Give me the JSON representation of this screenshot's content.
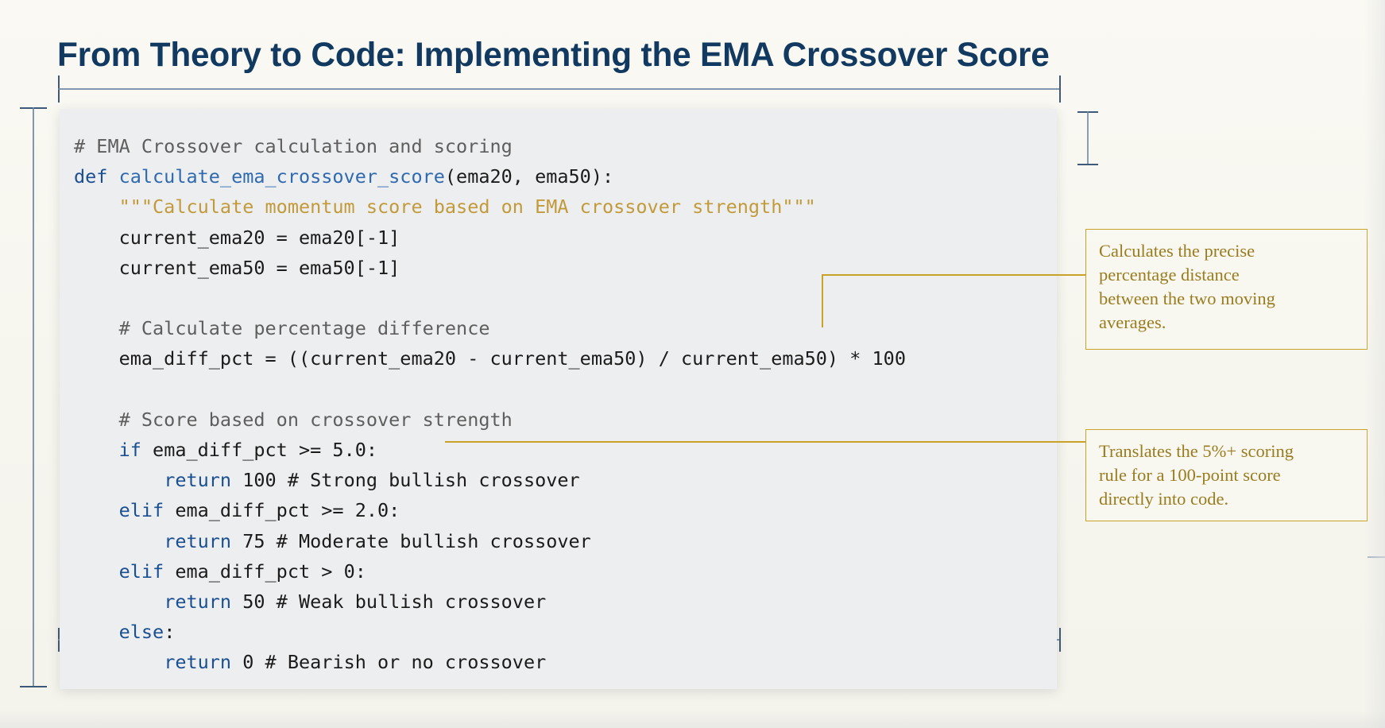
{
  "slide": {
    "title": "From Theory to Code: Implementing the EMA Crossover Score",
    "background_color": "#f7f6ef",
    "title_color": "#12395f",
    "accent_gold": "#c9a227",
    "accent_navy": "#3f5a79"
  },
  "code_panel": {
    "language": "python",
    "background_color": "#edeef0",
    "lines": [
      {
        "indent": 0,
        "tokens": [
          {
            "t": "# EMA Crossover calculation and scoring",
            "c": "comment"
          }
        ]
      },
      {
        "indent": 0,
        "tokens": [
          {
            "t": "def ",
            "c": "kw"
          },
          {
            "t": "calculate_ema_crossover_score",
            "c": "fn"
          },
          {
            "t": "(ema20, ema50):",
            "c": "plain"
          }
        ]
      },
      {
        "indent": 1,
        "tokens": [
          {
            "t": "\"\"\"Calculate momentum score based on EMA crossover strength\"\"\"",
            "c": "doc"
          }
        ]
      },
      {
        "indent": 1,
        "tokens": [
          {
            "t": "current_ema20 = ema20[-1]",
            "c": "plain"
          }
        ]
      },
      {
        "indent": 1,
        "tokens": [
          {
            "t": "current_ema50 = ema50[-1]",
            "c": "plain"
          }
        ]
      },
      {
        "indent": 0,
        "tokens": [
          {
            "t": "",
            "c": "plain"
          }
        ]
      },
      {
        "indent": 1,
        "tokens": [
          {
            "t": "# Calculate percentage difference",
            "c": "comment"
          }
        ]
      },
      {
        "indent": 1,
        "tokens": [
          {
            "t": "ema_diff_pct = ((current_ema20 - current_ema50) / current_ema50) * 100",
            "c": "plain"
          }
        ]
      },
      {
        "indent": 0,
        "tokens": [
          {
            "t": "",
            "c": "plain"
          }
        ]
      },
      {
        "indent": 1,
        "tokens": [
          {
            "t": "# Score based on crossover strength",
            "c": "comment"
          }
        ]
      },
      {
        "indent": 1,
        "tokens": [
          {
            "t": "if ",
            "c": "kw"
          },
          {
            "t": "ema_diff_pct >= 5.0:",
            "c": "plain"
          }
        ]
      },
      {
        "indent": 2,
        "tokens": [
          {
            "t": "return ",
            "c": "kw"
          },
          {
            "t": "100 # Strong bullish crossover",
            "c": "plain"
          }
        ]
      },
      {
        "indent": 1,
        "tokens": [
          {
            "t": "elif ",
            "c": "kw"
          },
          {
            "t": "ema_diff_pct >= 2.0:",
            "c": "plain"
          }
        ]
      },
      {
        "indent": 2,
        "tokens": [
          {
            "t": "return ",
            "c": "kw"
          },
          {
            "t": "75 # Moderate bullish crossover",
            "c": "plain"
          }
        ]
      },
      {
        "indent": 1,
        "tokens": [
          {
            "t": "elif ",
            "c": "kw"
          },
          {
            "t": "ema_diff_pct > 0:",
            "c": "plain"
          }
        ]
      },
      {
        "indent": 2,
        "tokens": [
          {
            "t": "return ",
            "c": "kw"
          },
          {
            "t": "50 # Weak bullish crossover",
            "c": "plain"
          }
        ]
      },
      {
        "indent": 1,
        "tokens": [
          {
            "t": "else",
            "c": "kw"
          },
          {
            "t": ":",
            "c": "plain"
          }
        ]
      },
      {
        "indent": 2,
        "tokens": [
          {
            "t": "return ",
            "c": "kw"
          },
          {
            "t": "0 # Bearish or no crossover",
            "c": "plain"
          }
        ]
      }
    ]
  },
  "callouts": [
    {
      "id": "callout-1",
      "lines": [
        "Calculates the precise",
        "percentage distance",
        "between the two moving",
        "averages."
      ]
    },
    {
      "id": "callout-2",
      "lines": [
        "Translates the 5%+ scoring",
        "rule for a 100-point score",
        "directly into code."
      ]
    }
  ]
}
